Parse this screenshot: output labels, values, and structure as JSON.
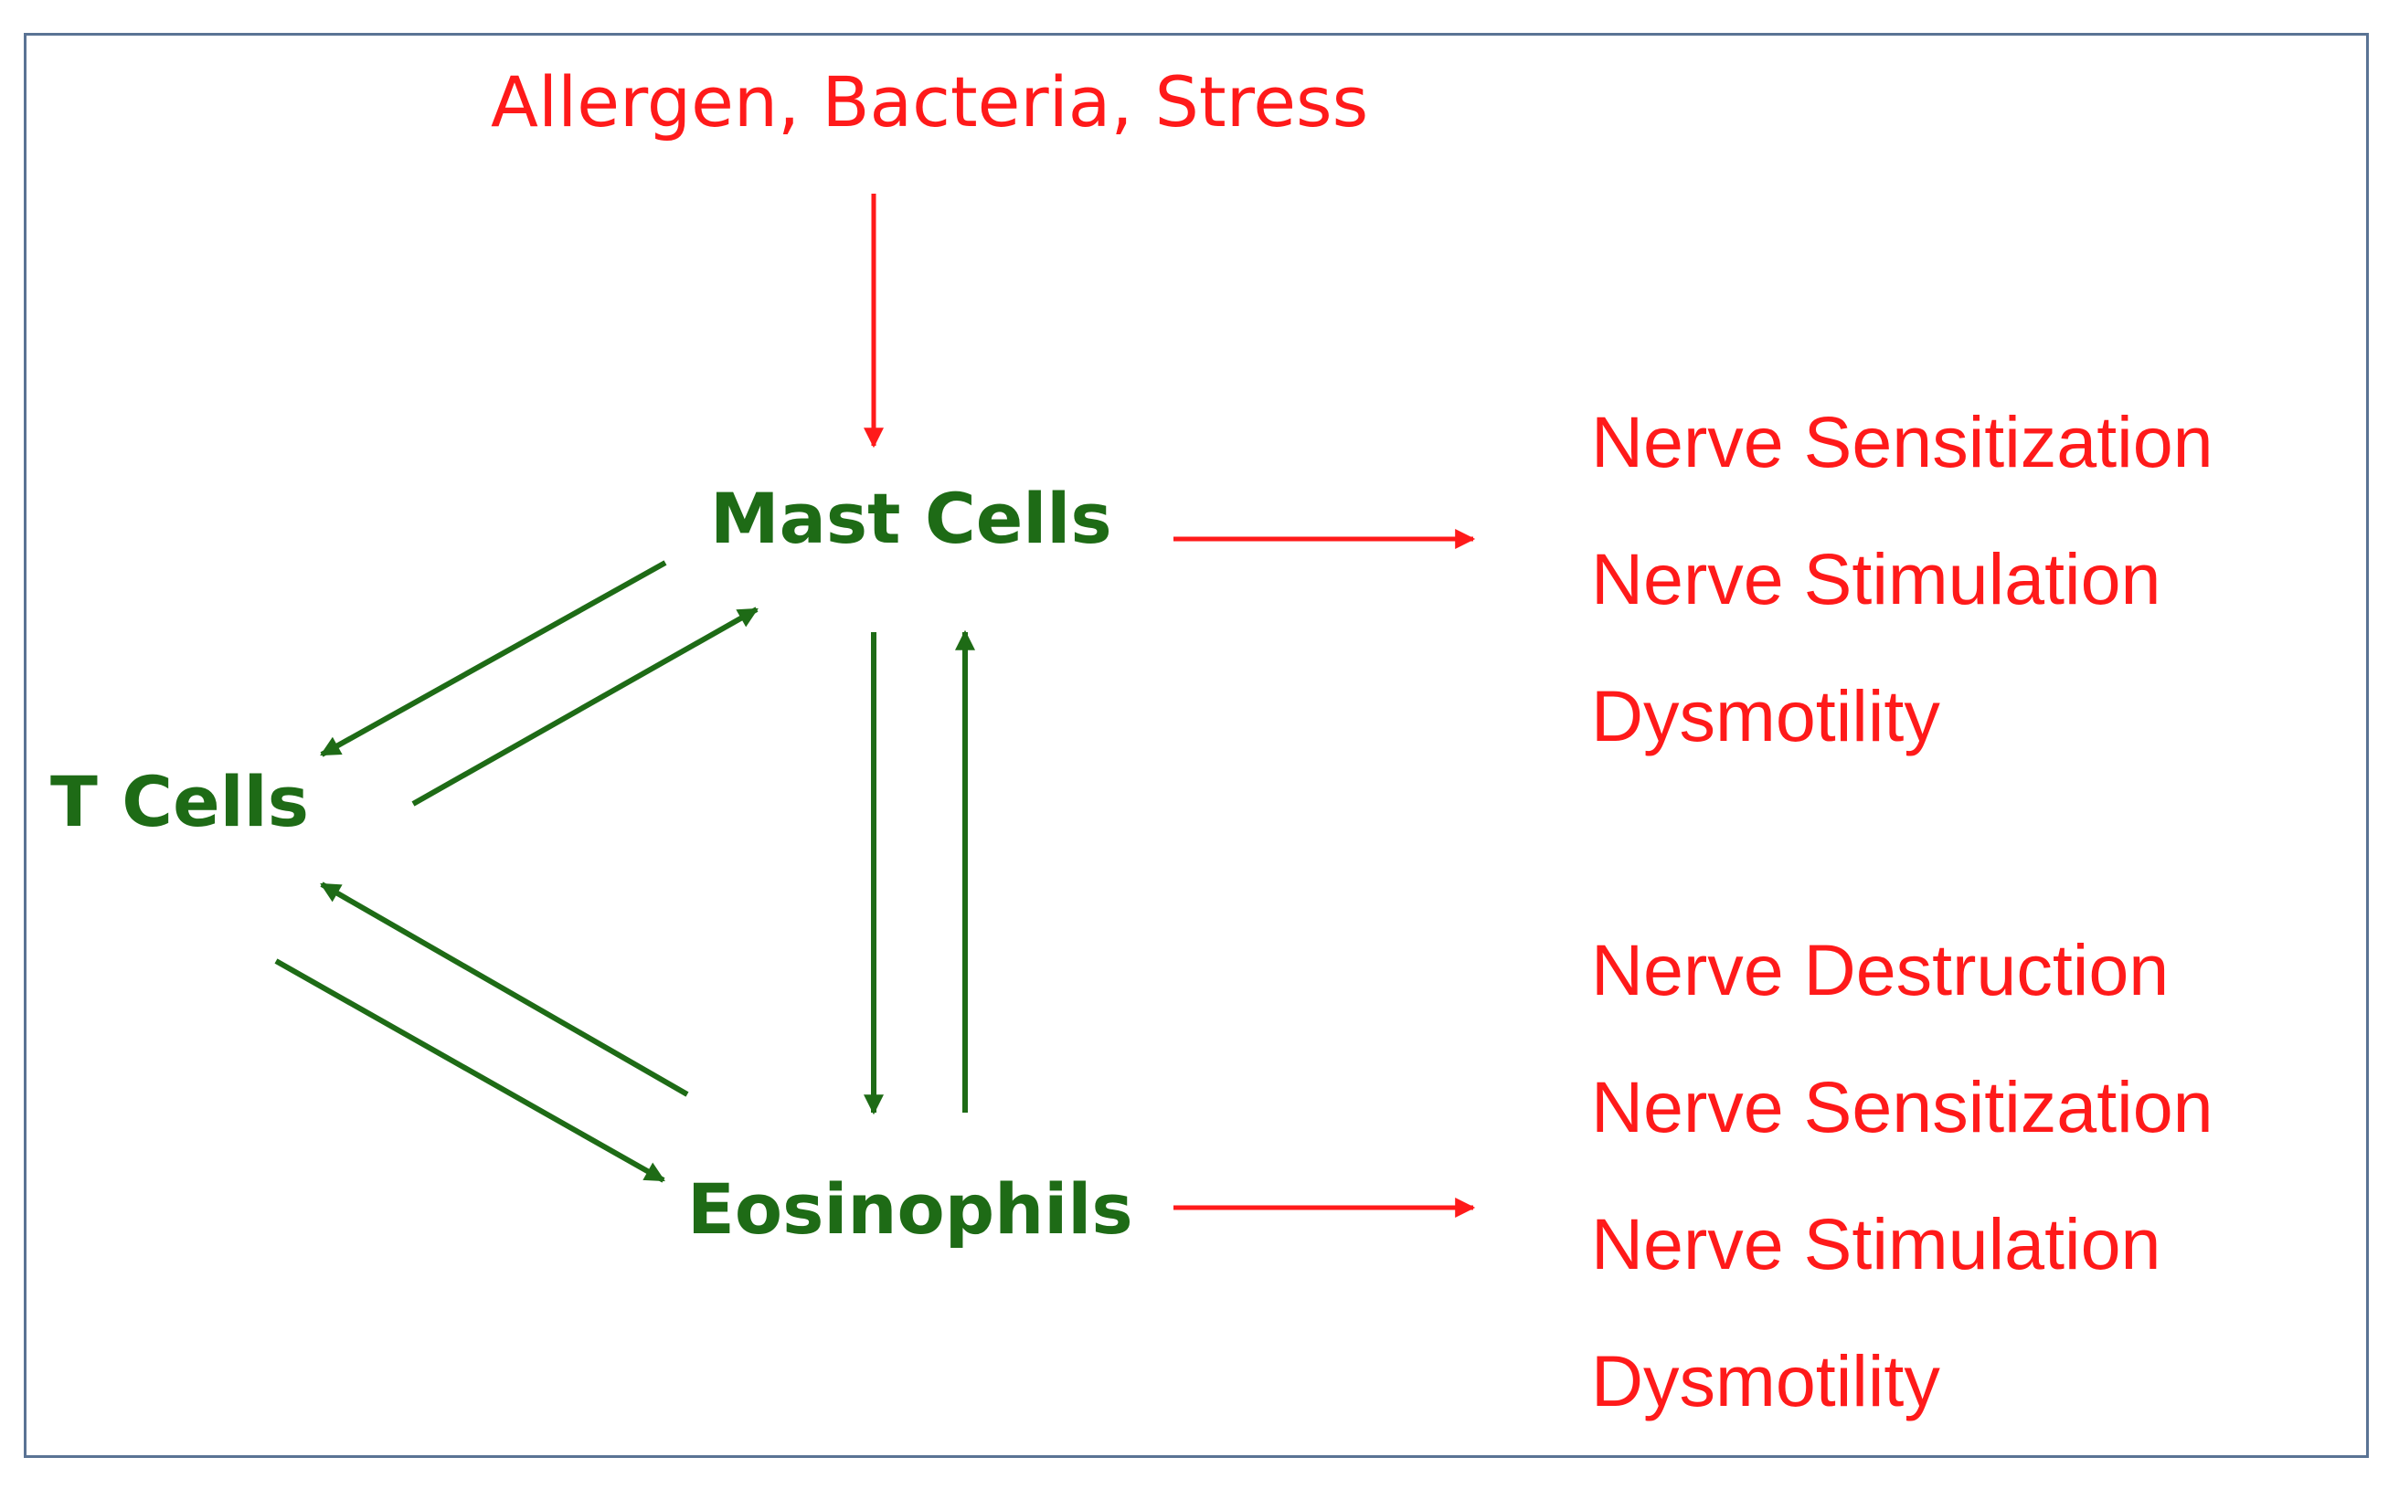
{
  "colors": {
    "red": "#ff1a1a",
    "green": "#1e6b16",
    "border": "#5a7394"
  },
  "diagram": {
    "trigger": "Allergen, Bacteria, Stress",
    "nodes": {
      "mast_cells": "Mast Cells",
      "t_cells": "T Cells",
      "eosinophils": "Eosinophils"
    },
    "mast_cell_effects": [
      "Nerve Sensitization",
      "Nerve Stimulation",
      "Dysmotility"
    ],
    "eosinophil_effects": [
      "Nerve Destruction",
      "Nerve Sensitization",
      "Nerve Stimulation",
      "Dysmotility"
    ],
    "edges": [
      {
        "from": "trigger",
        "to": "mast_cells"
      },
      {
        "from": "mast_cells",
        "to": "t_cells"
      },
      {
        "from": "t_cells",
        "to": "mast_cells"
      },
      {
        "from": "eosinophils",
        "to": "t_cells"
      },
      {
        "from": "t_cells",
        "to": "eosinophils"
      },
      {
        "from": "mast_cells",
        "to": "eosinophils"
      },
      {
        "from": "eosinophils",
        "to": "mast_cells"
      },
      {
        "from": "mast_cells",
        "to": "mast_cell_effects"
      },
      {
        "from": "eosinophils",
        "to": "eosinophil_effects"
      }
    ]
  }
}
